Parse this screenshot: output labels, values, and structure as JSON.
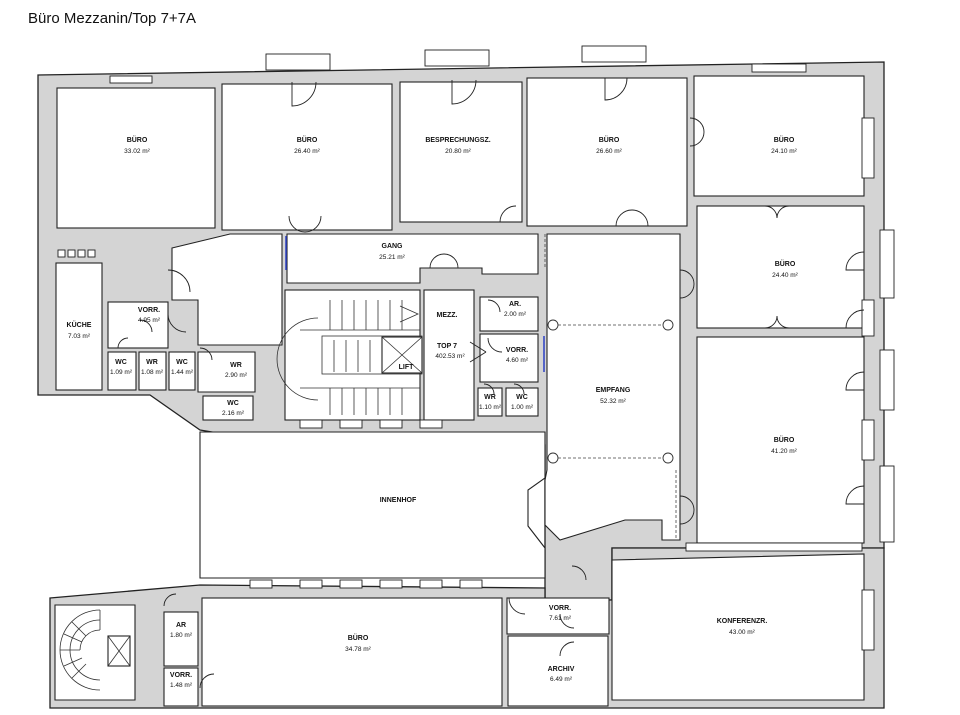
{
  "title": "Büro Mezzanin/Top 7+7A",
  "rooms": {
    "buero1": {
      "name": "BÜRO",
      "area": "33.02 m²"
    },
    "buero2": {
      "name": "BÜRO",
      "area": "26.40 m²"
    },
    "besprechung": {
      "name": "BESPRECHUNGSZ.",
      "area": "20.80 m²"
    },
    "buero3": {
      "name": "BÜRO",
      "area": "26.60 m²"
    },
    "buero4": {
      "name": "BÜRO",
      "area": "24.10 m²"
    },
    "buero5": {
      "name": "BÜRO",
      "area": "24.40 m²"
    },
    "gang": {
      "name": "GANG",
      "area": "25.21 m²"
    },
    "kueche": {
      "name": "KÜCHE",
      "area": "7.03 m²"
    },
    "vorr1": {
      "name": "VORR.",
      "area": "4.95 m²"
    },
    "wc1": {
      "name": "WC",
      "area": "1.09 m²"
    },
    "wr1": {
      "name": "WR",
      "area": "1.08 m²"
    },
    "wc2": {
      "name": "WC",
      "area": "1.44 m²"
    },
    "wr2": {
      "name": "WR",
      "area": "2.90 m²"
    },
    "wc3": {
      "name": "WC",
      "area": "2.16 m²"
    },
    "mezz": {
      "name": "MEZZ."
    },
    "top7": {
      "name": "TOP 7",
      "area": "402.53 m²"
    },
    "lift": {
      "name": "LIFT"
    },
    "ar1": {
      "name": "AR.",
      "area": "2.00 m²"
    },
    "vorr2": {
      "name": "VORR.",
      "area": "4.60 m²"
    },
    "wr3": {
      "name": "WR",
      "area": "1.10 m²"
    },
    "wc4": {
      "name": "WC",
      "area": "1.00 m²"
    },
    "empfang": {
      "name": "EMPFANG",
      "area": "52.32 m²"
    },
    "buero6": {
      "name": "BÜRO",
      "area": "41.20 m²"
    },
    "innenhof": {
      "name": "INNENHOF"
    },
    "buero7": {
      "name": "BÜRO",
      "area": "34.78 m²"
    },
    "ar2": {
      "name": "AR",
      "area": "1.80 m²"
    },
    "vorr3": {
      "name": "VORR.",
      "area": "1.48 m²"
    },
    "vorr4": {
      "name": "VORR.",
      "area": "7.61 m²"
    },
    "archiv": {
      "name": "ARCHIV",
      "area": "6.49 m²"
    },
    "konferenz": {
      "name": "KONFERENZR.",
      "area": "43.00 m²"
    }
  }
}
